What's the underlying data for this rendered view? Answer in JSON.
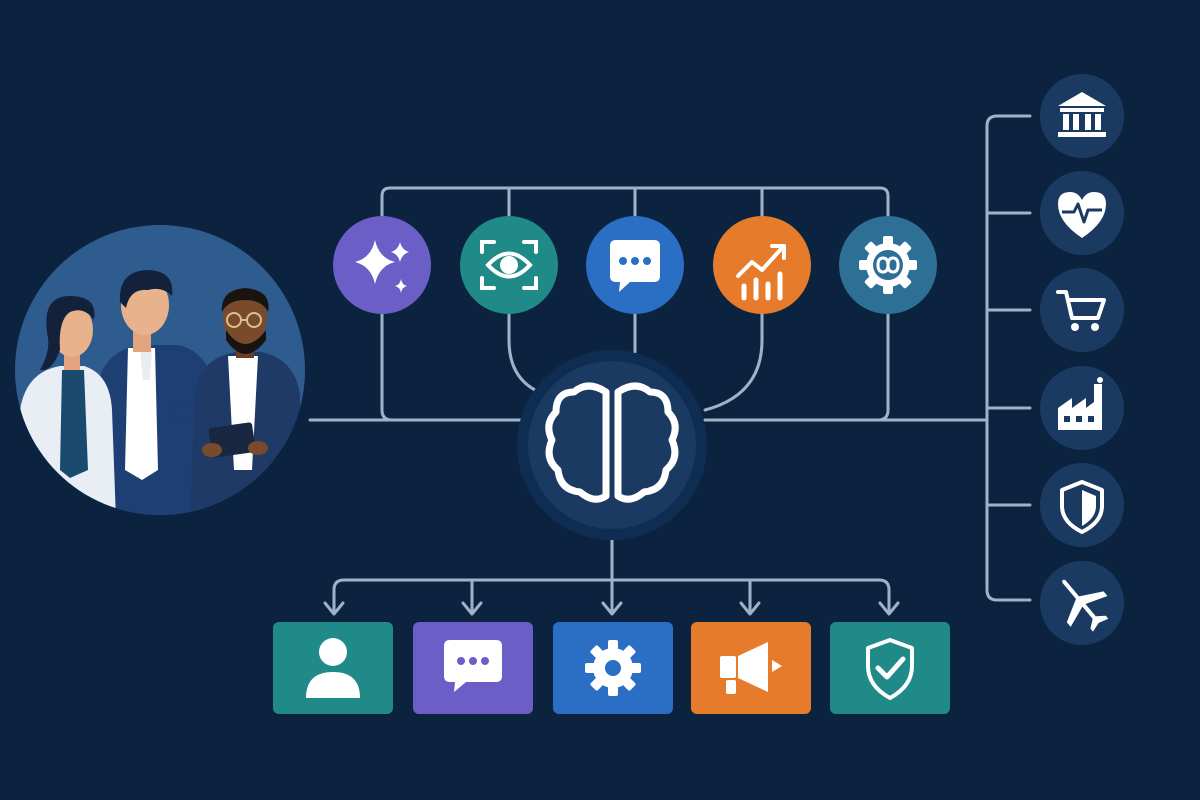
{
  "colors": {
    "background": "#0c2340",
    "connector": "#9fb3c8",
    "hub": "#1b3a62",
    "ring": "#0f2d52",
    "icon": "#ffffff",
    "purple": "#6b5fc7",
    "teal": "#1f8a88",
    "blue": "#2a6fc4",
    "orange": "#e77b2c",
    "steel": "#2e6f96",
    "industry_circle": "#1b3a62"
  },
  "team_illustration": {
    "people": [
      "woman-in-lab-coat",
      "man-in-suit-pointing",
      "man-with-glasses-holding-tablet"
    ]
  },
  "central_hub": {
    "icon": "ai-brain-icon"
  },
  "capabilities": [
    {
      "icon": "sparkle-icon",
      "color": "#6b5fc7"
    },
    {
      "icon": "vision-eye-icon",
      "color": "#1f8a88"
    },
    {
      "icon": "chat-bubble-icon",
      "color": "#2a6fc4"
    },
    {
      "icon": "analytics-chart-icon",
      "color": "#e77b2c"
    },
    {
      "icon": "automation-gear-icon",
      "color": "#2e6f96"
    }
  ],
  "outcomes": [
    {
      "icon": "user-icon",
      "color": "#1f8a88"
    },
    {
      "icon": "message-icon",
      "color": "#6b5fc7"
    },
    {
      "icon": "settings-gear-icon",
      "color": "#2a6fc4"
    },
    {
      "icon": "megaphone-icon",
      "color": "#e77b2c"
    },
    {
      "icon": "shield-check-icon",
      "color": "#1f8a88"
    }
  ],
  "industries": [
    {
      "icon": "bank-icon"
    },
    {
      "icon": "healthcare-heart-icon"
    },
    {
      "icon": "retail-cart-icon"
    },
    {
      "icon": "factory-icon"
    },
    {
      "icon": "security-shield-icon"
    },
    {
      "icon": "airplane-icon"
    }
  ]
}
